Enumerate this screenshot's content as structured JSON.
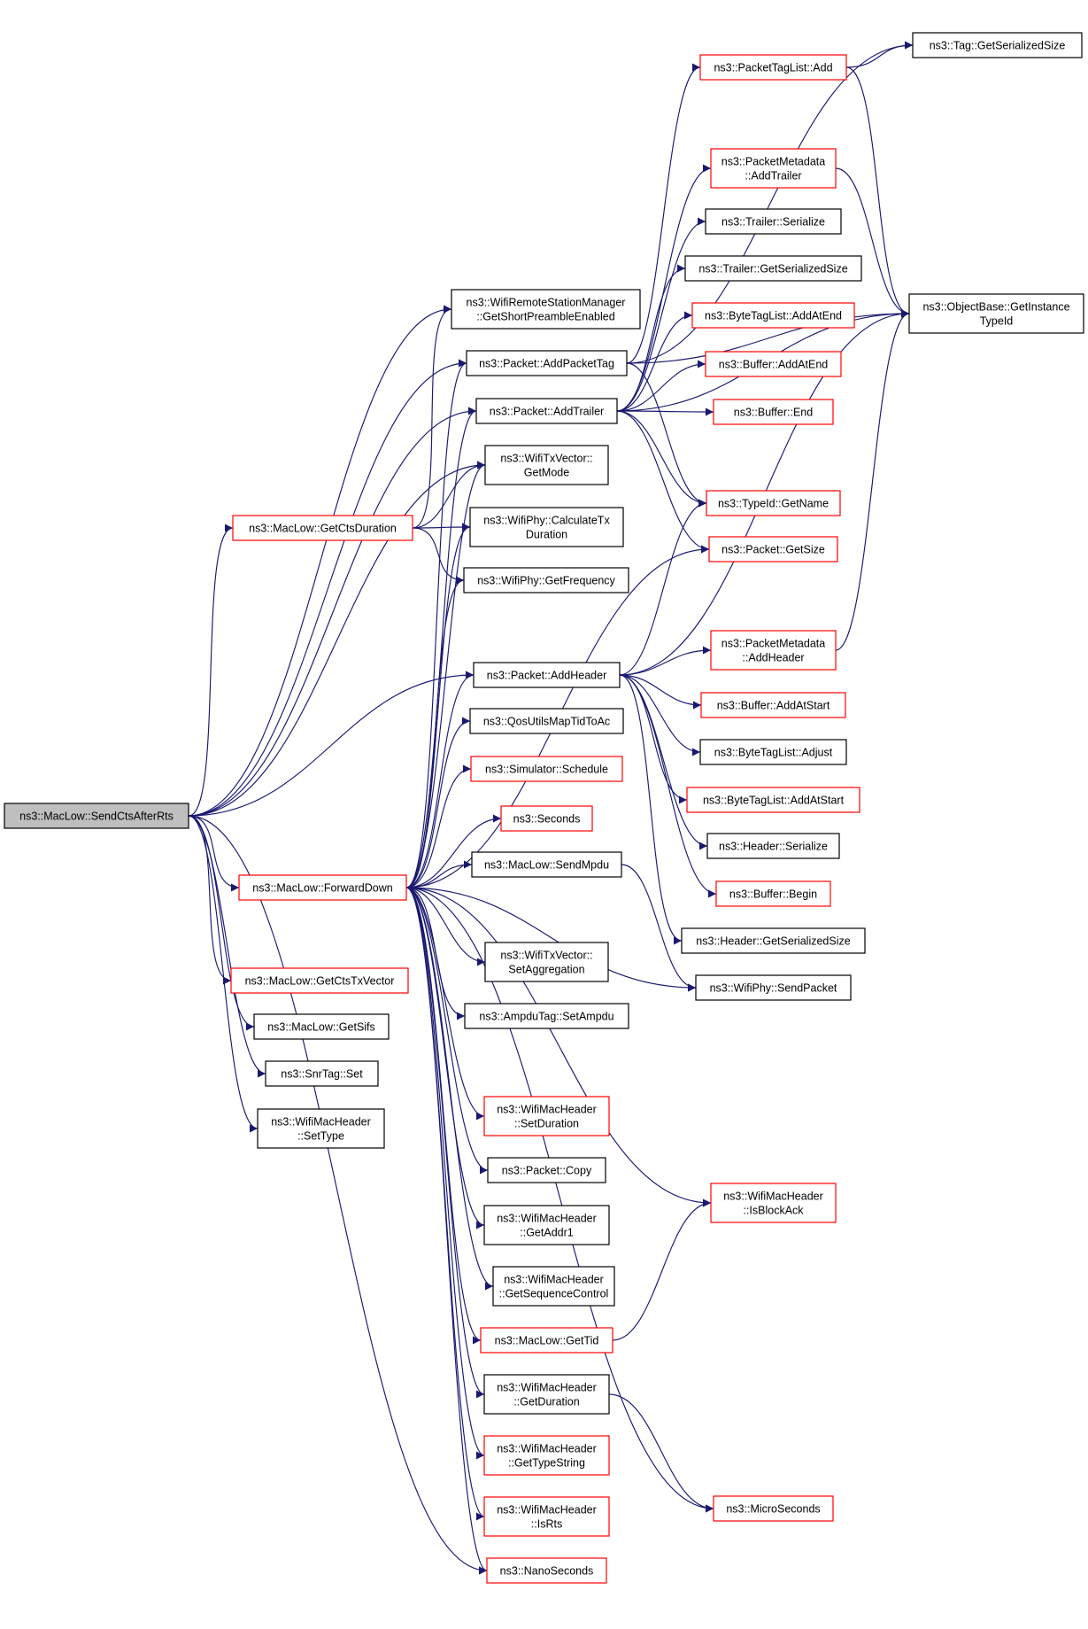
{
  "diagram": {
    "colors": {
      "edge": "#191970",
      "node_border_normal": "#000000",
      "node_border_truncated": "#ff0000",
      "node_fill": "#ffffff",
      "root_fill": "#bfbfbf"
    },
    "nodes": [
      {
        "id": "root",
        "lines": [
          "ns3::MacLow::SendCtsAfterRts"
        ],
        "style": "root"
      },
      {
        "id": "getCtsDuration",
        "lines": [
          "ns3::MacLow::GetCtsDuration"
        ],
        "style": "red"
      },
      {
        "id": "forwardDown",
        "lines": [
          "ns3::MacLow::ForwardDown"
        ],
        "style": "red"
      },
      {
        "id": "getCtsTxVector",
        "lines": [
          "ns3::MacLow::GetCtsTxVector"
        ],
        "style": "red"
      },
      {
        "id": "getSifs",
        "lines": [
          "ns3::MacLow::GetSifs"
        ],
        "style": "black"
      },
      {
        "id": "snrTagSet",
        "lines": [
          "ns3::SnrTag::Set"
        ],
        "style": "black"
      },
      {
        "id": "setType",
        "lines": [
          "ns3::WifiMacHeader",
          "::SetType"
        ],
        "style": "black"
      },
      {
        "id": "getShortPreamble",
        "lines": [
          "ns3::WifiRemoteStationManager",
          "::GetShortPreambleEnabled"
        ],
        "style": "black"
      },
      {
        "id": "addPacketTag",
        "lines": [
          "ns3::Packet::AddPacketTag"
        ],
        "style": "black"
      },
      {
        "id": "addTrailer",
        "lines": [
          "ns3::Packet::AddTrailer"
        ],
        "style": "black"
      },
      {
        "id": "getMode",
        "lines": [
          "ns3::WifiTxVector::",
          "GetMode"
        ],
        "style": "black"
      },
      {
        "id": "calcTxDuration",
        "lines": [
          "ns3::WifiPhy::CalculateTx",
          "Duration"
        ],
        "style": "black"
      },
      {
        "id": "getFrequency",
        "lines": [
          "ns3::WifiPhy::GetFrequency"
        ],
        "style": "black"
      },
      {
        "id": "addHeader",
        "lines": [
          "ns3::Packet::AddHeader"
        ],
        "style": "black"
      },
      {
        "id": "qosMap",
        "lines": [
          "ns3::QosUtilsMapTidToAc"
        ],
        "style": "black"
      },
      {
        "id": "schedule",
        "lines": [
          "ns3::Simulator::Schedule"
        ],
        "style": "red"
      },
      {
        "id": "seconds",
        "lines": [
          "ns3::Seconds"
        ],
        "style": "red"
      },
      {
        "id": "sendMpdu",
        "lines": [
          "ns3::MacLow::SendMpdu"
        ],
        "style": "black"
      },
      {
        "id": "setAggregation",
        "lines": [
          "ns3::WifiTxVector::",
          "SetAggregation"
        ],
        "style": "black"
      },
      {
        "id": "setAmpdu",
        "lines": [
          "ns3::AmpduTag::SetAmpdu"
        ],
        "style": "black"
      },
      {
        "id": "setDuration",
        "lines": [
          "ns3::WifiMacHeader",
          "::SetDuration"
        ],
        "style": "red"
      },
      {
        "id": "packetCopy",
        "lines": [
          "ns3::Packet::Copy"
        ],
        "style": "black"
      },
      {
        "id": "getAddr1",
        "lines": [
          "ns3::WifiMacHeader",
          "::GetAddr1"
        ],
        "style": "black"
      },
      {
        "id": "getSeqCtrl",
        "lines": [
          "ns3::WifiMacHeader",
          "::GetSequenceControl"
        ],
        "style": "black"
      },
      {
        "id": "getTid",
        "lines": [
          "ns3::MacLow::GetTid"
        ],
        "style": "red"
      },
      {
        "id": "getDuration",
        "lines": [
          "ns3::WifiMacHeader",
          "::GetDuration"
        ],
        "style": "black"
      },
      {
        "id": "getTypeString",
        "lines": [
          "ns3::WifiMacHeader",
          "::GetTypeString"
        ],
        "style": "red"
      },
      {
        "id": "isRts",
        "lines": [
          "ns3::WifiMacHeader",
          "::IsRts"
        ],
        "style": "red"
      },
      {
        "id": "nanoSeconds",
        "lines": [
          "ns3::NanoSeconds"
        ],
        "style": "red"
      },
      {
        "id": "tagListAdd",
        "lines": [
          "ns3::PacketTagList::Add"
        ],
        "style": "red"
      },
      {
        "id": "metaAddTrailer",
        "lines": [
          "ns3::PacketMetadata",
          "::AddTrailer"
        ],
        "style": "red"
      },
      {
        "id": "trailerSerialize",
        "lines": [
          "ns3::Trailer::Serialize"
        ],
        "style": "black"
      },
      {
        "id": "trailerGetSize",
        "lines": [
          "ns3::Trailer::GetSerializedSize"
        ],
        "style": "black"
      },
      {
        "id": "byteTagAddAtEnd",
        "lines": [
          "ns3::ByteTagList::AddAtEnd"
        ],
        "style": "red"
      },
      {
        "id": "bufferAddAtEnd",
        "lines": [
          "ns3::Buffer::AddAtEnd"
        ],
        "style": "red"
      },
      {
        "id": "bufferEnd",
        "lines": [
          "ns3::Buffer::End"
        ],
        "style": "red"
      },
      {
        "id": "typeIdGetName",
        "lines": [
          "ns3::TypeId::GetName"
        ],
        "style": "red"
      },
      {
        "id": "packetGetSize",
        "lines": [
          "ns3::Packet::GetSize"
        ],
        "style": "red"
      },
      {
        "id": "metaAddHeader",
        "lines": [
          "ns3::PacketMetadata",
          "::AddHeader"
        ],
        "style": "red"
      },
      {
        "id": "bufferAddAtStart",
        "lines": [
          "ns3::Buffer::AddAtStart"
        ],
        "style": "red"
      },
      {
        "id": "byteTagAdjust",
        "lines": [
          "ns3::ByteTagList::Adjust"
        ],
        "style": "black"
      },
      {
        "id": "byteTagAddAtStart",
        "lines": [
          "ns3::ByteTagList::AddAtStart"
        ],
        "style": "red"
      },
      {
        "id": "headerSerialize",
        "lines": [
          "ns3::Header::Serialize"
        ],
        "style": "black"
      },
      {
        "id": "bufferBegin",
        "lines": [
          "ns3::Buffer::Begin"
        ],
        "style": "red"
      },
      {
        "id": "headerGetSize",
        "lines": [
          "ns3::Header::GetSerializedSize"
        ],
        "style": "black"
      },
      {
        "id": "sendPacket",
        "lines": [
          "ns3::WifiPhy::SendPacket"
        ],
        "style": "black"
      },
      {
        "id": "isBlockAck",
        "lines": [
          "ns3::WifiMacHeader",
          "::IsBlockAck"
        ],
        "style": "red"
      },
      {
        "id": "microSeconds",
        "lines": [
          "ns3::MicroSeconds"
        ],
        "style": "red"
      },
      {
        "id": "tagGetSize",
        "lines": [
          "ns3::Tag::GetSerializedSize"
        ],
        "style": "black"
      },
      {
        "id": "getInstanceTypeId",
        "lines": [
          "ns3::ObjectBase::GetInstance",
          "TypeId"
        ],
        "style": "black"
      }
    ],
    "edges": [
      [
        "root",
        "getShortPreamble"
      ],
      [
        "root",
        "addPacketTag"
      ],
      [
        "root",
        "addTrailer"
      ],
      [
        "root",
        "getMode"
      ],
      [
        "root",
        "getCtsDuration"
      ],
      [
        "root",
        "addHeader"
      ],
      [
        "root",
        "forwardDown"
      ],
      [
        "root",
        "getCtsTxVector"
      ],
      [
        "root",
        "getSifs"
      ],
      [
        "root",
        "snrTagSet"
      ],
      [
        "root",
        "setType"
      ],
      [
        "root",
        "nanoSeconds"
      ],
      [
        "getCtsDuration",
        "getShortPreamble"
      ],
      [
        "getCtsDuration",
        "getMode"
      ],
      [
        "getCtsDuration",
        "calcTxDuration"
      ],
      [
        "getCtsDuration",
        "getFrequency"
      ],
      [
        "forwardDown",
        "addPacketTag"
      ],
      [
        "forwardDown",
        "addTrailer"
      ],
      [
        "forwardDown",
        "getMode"
      ],
      [
        "forwardDown",
        "calcTxDuration"
      ],
      [
        "forwardDown",
        "getFrequency"
      ],
      [
        "forwardDown",
        "packetGetSize"
      ],
      [
        "forwardDown",
        "addHeader"
      ],
      [
        "forwardDown",
        "qosMap"
      ],
      [
        "forwardDown",
        "schedule"
      ],
      [
        "forwardDown",
        "seconds"
      ],
      [
        "forwardDown",
        "sendMpdu"
      ],
      [
        "forwardDown",
        "sendPacket"
      ],
      [
        "forwardDown",
        "setAggregation"
      ],
      [
        "forwardDown",
        "setAmpdu"
      ],
      [
        "forwardDown",
        "isBlockAck"
      ],
      [
        "forwardDown",
        "setDuration"
      ],
      [
        "forwardDown",
        "packetCopy"
      ],
      [
        "forwardDown",
        "getAddr1"
      ],
      [
        "forwardDown",
        "getSeqCtrl"
      ],
      [
        "forwardDown",
        "getTid"
      ],
      [
        "forwardDown",
        "getDuration"
      ],
      [
        "forwardDown",
        "getTypeString"
      ],
      [
        "forwardDown",
        "isRts"
      ],
      [
        "forwardDown",
        "nanoSeconds"
      ],
      [
        "forwardDown",
        "microSeconds"
      ],
      [
        "addPacketTag",
        "tagListAdd"
      ],
      [
        "addPacketTag",
        "tagGetSize"
      ],
      [
        "addPacketTag",
        "getInstanceTypeId"
      ],
      [
        "addPacketTag",
        "typeIdGetName"
      ],
      [
        "addTrailer",
        "metaAddTrailer"
      ],
      [
        "addTrailer",
        "trailerSerialize"
      ],
      [
        "addTrailer",
        "trailerGetSize"
      ],
      [
        "addTrailer",
        "byteTagAddAtEnd"
      ],
      [
        "addTrailer",
        "bufferAddAtEnd"
      ],
      [
        "addTrailer",
        "bufferEnd"
      ],
      [
        "addTrailer",
        "getInstanceTypeId"
      ],
      [
        "addTrailer",
        "typeIdGetName"
      ],
      [
        "addTrailer",
        "packetGetSize"
      ],
      [
        "addHeader",
        "typeIdGetName"
      ],
      [
        "addHeader",
        "metaAddHeader"
      ],
      [
        "addHeader",
        "getInstanceTypeId"
      ],
      [
        "addHeader",
        "bufferAddAtStart"
      ],
      [
        "addHeader",
        "byteTagAdjust"
      ],
      [
        "addHeader",
        "byteTagAddAtStart"
      ],
      [
        "addHeader",
        "headerSerialize"
      ],
      [
        "addHeader",
        "bufferBegin"
      ],
      [
        "addHeader",
        "headerGetSize"
      ],
      [
        "tagListAdd",
        "tagGetSize"
      ],
      [
        "tagListAdd",
        "getInstanceTypeId"
      ],
      [
        "metaAddTrailer",
        "getInstanceTypeId"
      ],
      [
        "metaAddHeader",
        "getInstanceTypeId"
      ],
      [
        "sendMpdu",
        "sendPacket"
      ],
      [
        "getTid",
        "isBlockAck"
      ],
      [
        "getDuration",
        "microSeconds"
      ]
    ]
  }
}
